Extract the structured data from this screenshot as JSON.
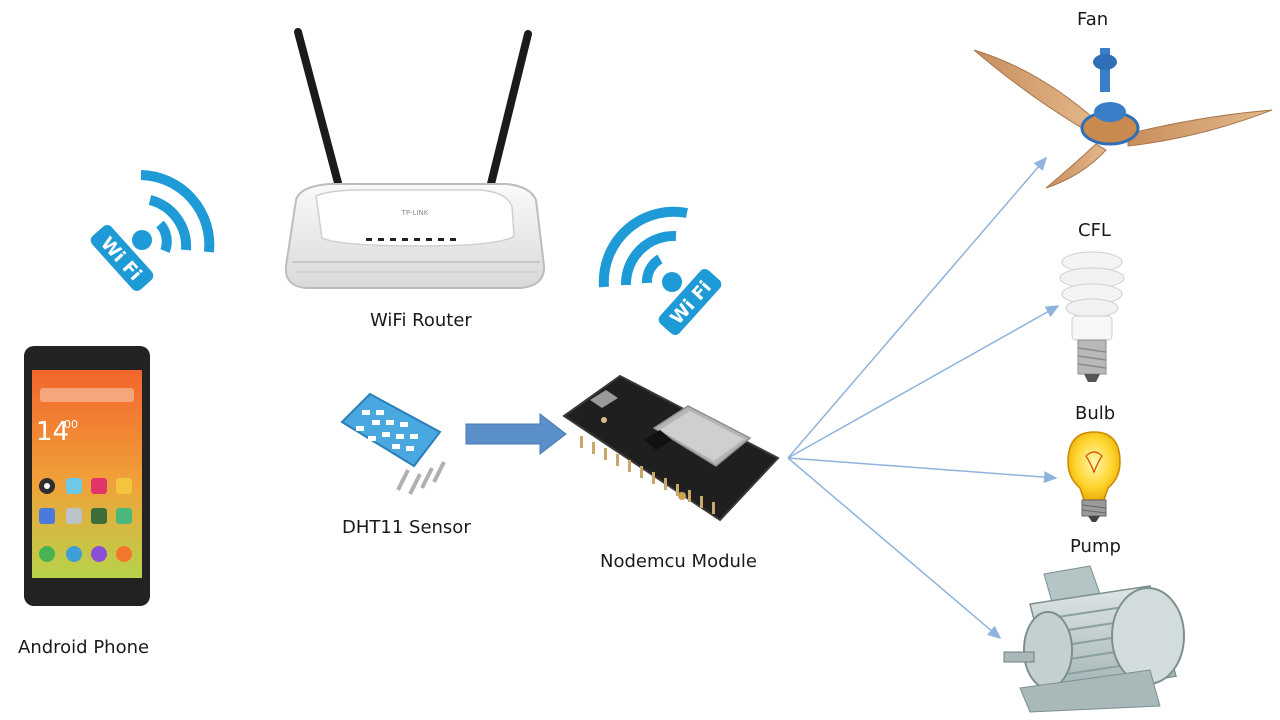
{
  "labels": {
    "router": "WiFi Router",
    "phone": "Android Phone",
    "sensor": "DHT11 Sensor",
    "nodemcu": "Nodemcu Module",
    "fan": "Fan",
    "cfl": "CFL",
    "bulb": "Bulb",
    "pump": "Pump"
  },
  "wifi_badge_text": "Wi Fi",
  "router_brand": "TP-LINK",
  "phone_screen": {
    "clock": "14",
    "clock_minutes": "00"
  },
  "colors": {
    "wifi": "#1e9ad6",
    "arrow": "#8fb3dc",
    "block_arrow": "#5b8fc9",
    "sensor": "#4aa8e0",
    "phone_top": "#f06b2f",
    "phone_bottom": "#b8d34a"
  },
  "icons": [
    "wifi-icon",
    "router-icon",
    "phone-icon",
    "sensor-icon",
    "nodemcu-icon",
    "fan-icon",
    "cfl-icon",
    "bulb-icon",
    "pump-icon"
  ]
}
